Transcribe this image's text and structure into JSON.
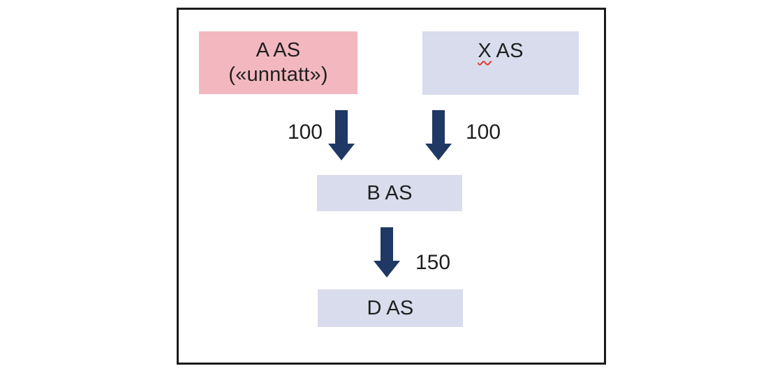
{
  "diagram": {
    "description": "Ownership structure chart with four company boxes connected by downward arrows",
    "nodes": {
      "a": {
        "label_line1": "A AS",
        "label_line2": "(«unntatt»)"
      },
      "x": {
        "misspelled_part": "X",
        "rest_label": " AS"
      },
      "b": {
        "label": "B AS"
      },
      "d": {
        "label": "D AS"
      }
    },
    "edges": {
      "a_to_b": {
        "value": "100"
      },
      "x_to_b": {
        "value": "100"
      },
      "b_to_d": {
        "value": "150"
      }
    }
  },
  "colors": {
    "node_exempt_fill": "#f3b8bf",
    "node_default_fill": "#d9dcec",
    "arrow_fill": "#1f3864",
    "frame_border": "#1a1a1a",
    "text": "#1f1f1f",
    "spellcheck_underline": "#e0392f"
  }
}
